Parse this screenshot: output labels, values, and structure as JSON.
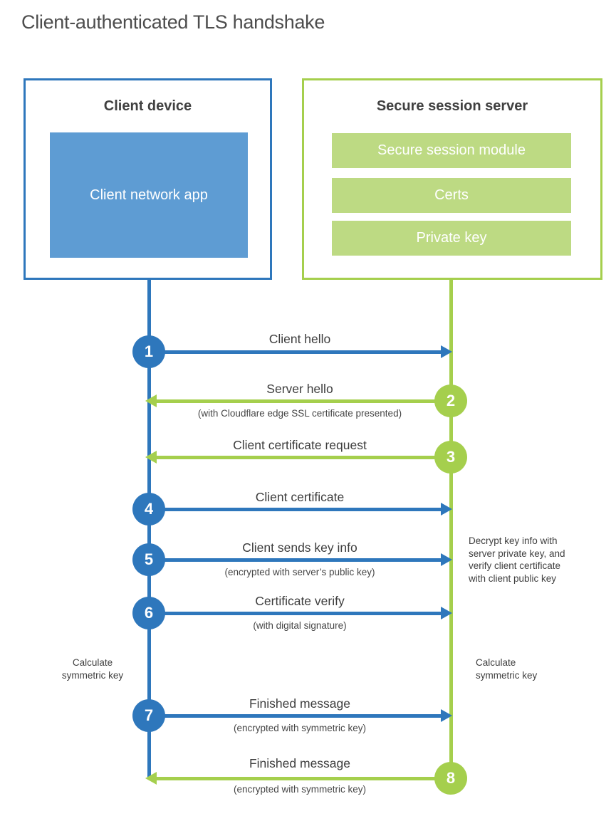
{
  "title": "Client-authenticated TLS handshake",
  "client": {
    "title": "Client device",
    "app_label": "Client network app"
  },
  "server": {
    "title": "Secure session server",
    "modules": [
      "Secure session module",
      "Certs",
      "Private key"
    ]
  },
  "steps": [
    {
      "num": "1",
      "label": "Client hello",
      "sublabel": "",
      "direction": "right",
      "from": "client",
      "to": "server"
    },
    {
      "num": "2",
      "label": "Server hello",
      "sublabel": "(with Cloudflare edge SSL certificate presented)",
      "direction": "left",
      "from": "server",
      "to": "client"
    },
    {
      "num": "3",
      "label": "Client certificate request",
      "sublabel": "",
      "direction": "left",
      "from": "server",
      "to": "client"
    },
    {
      "num": "4",
      "label": "Client certificate",
      "sublabel": "",
      "direction": "right",
      "from": "client",
      "to": "server"
    },
    {
      "num": "5",
      "label": "Client sends key info",
      "sublabel": "(encrypted with server’s public key)",
      "direction": "right",
      "from": "client",
      "to": "server"
    },
    {
      "num": "6",
      "label": "Certificate verify",
      "sublabel": "(with digital signature)",
      "direction": "right",
      "from": "client",
      "to": "server"
    },
    {
      "num": "7",
      "label": "Finished message",
      "sublabel": "(encrypted with symmetric key)",
      "direction": "right",
      "from": "client",
      "to": "server"
    },
    {
      "num": "8",
      "label": "Finished message",
      "sublabel": "(encrypted with symmetric key)",
      "direction": "left",
      "from": "server",
      "to": "client"
    }
  ],
  "annotations": {
    "decrypt_note": {
      "lines": [
        "Decrypt key info with",
        "server private key, and",
        "verify client certificate",
        "with client public key"
      ]
    },
    "calc_left": {
      "lines": [
        "Calculate",
        "symmetric key"
      ]
    },
    "calc_right": {
      "lines": [
        "Calculate",
        "symmetric key"
      ]
    }
  },
  "colors": {
    "client_line": "#2e77bc",
    "client_fill": "#5e9cd3",
    "server_line": "#a5cf4d",
    "server_fill": "#bdda83",
    "heading_text": "#404040",
    "label_text": "#3d3d3d",
    "title_text": "#4d4d4d"
  }
}
